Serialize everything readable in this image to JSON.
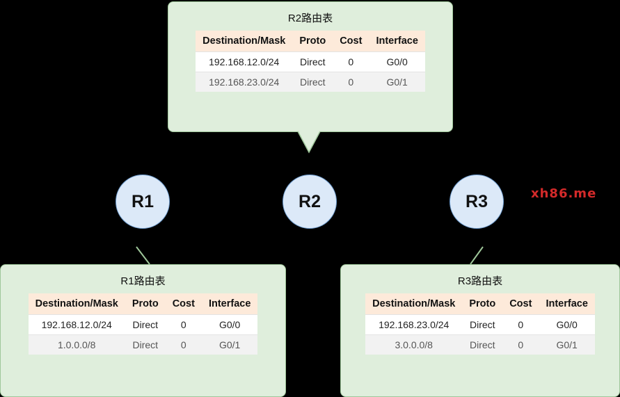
{
  "diagram": {
    "background": "#000000",
    "callout_fill": "#dfeedc",
    "callout_border": "#9fc79a",
    "header_fill": "#fdeada",
    "router_fill": "#dce9f8",
    "router_border": "#6f9ed1",
    "watermark": "xh86.me",
    "watermark_color": "#d42a2a"
  },
  "routers": [
    {
      "id": "r1",
      "label": "R1"
    },
    {
      "id": "r2",
      "label": "R2"
    },
    {
      "id": "r3",
      "label": "R3"
    }
  ],
  "tables": {
    "r2": {
      "title": "R2路由表",
      "columns": [
        "Destination/Mask",
        "Proto",
        "Cost",
        "Interface"
      ],
      "rows": [
        [
          "192.168.12.0/24",
          "Direct",
          "0",
          "G0/0"
        ],
        [
          "192.168.23.0/24",
          "Direct",
          "0",
          "G0/1"
        ]
      ]
    },
    "r1": {
      "title": "R1路由表",
      "columns": [
        "Destination/Mask",
        "Proto",
        "Cost",
        "Interface"
      ],
      "rows": [
        [
          "192.168.12.0/24",
          "Direct",
          "0",
          "G0/0"
        ],
        [
          "1.0.0.0/8",
          "Direct",
          "0",
          "G0/1"
        ]
      ]
    },
    "r3": {
      "title": "R3路由表",
      "columns": [
        "Destination/Mask",
        "Proto",
        "Cost",
        "Interface"
      ],
      "rows": [
        [
          "192.168.23.0/24",
          "Direct",
          "0",
          "G0/0"
        ],
        [
          "3.0.0.0/8",
          "Direct",
          "0",
          "G0/1"
        ]
      ]
    }
  }
}
